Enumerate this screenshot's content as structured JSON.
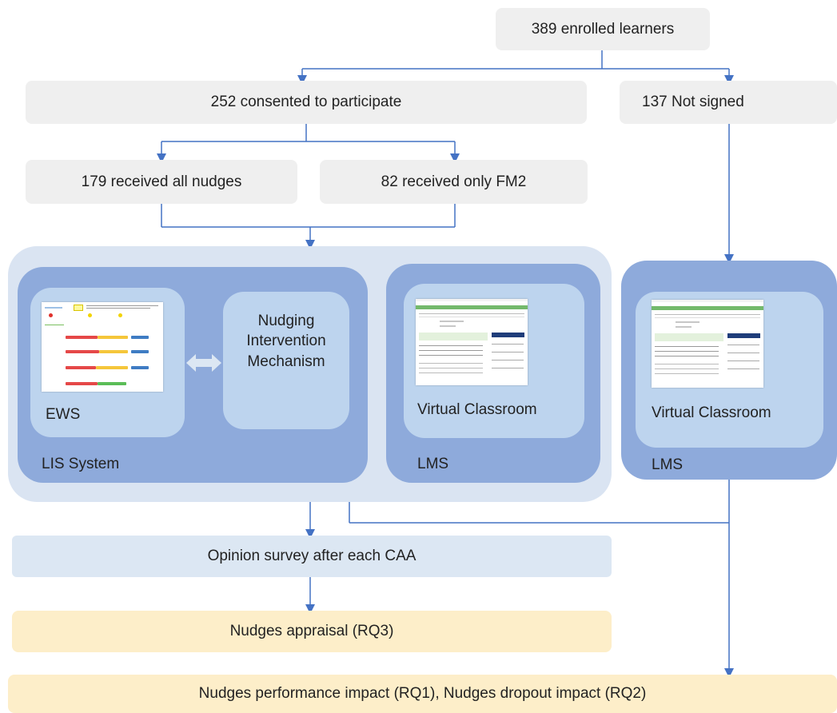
{
  "top": {
    "enrolled": "389 enrolled learners"
  },
  "split": {
    "consented": "252 consented to participate",
    "not_signed": "137 Not signed"
  },
  "groups": {
    "all_nudges": "179 received all nudges",
    "only_fm2": "82 received only FM2"
  },
  "lis": {
    "ews_label": "EWS",
    "nudging": "Nudging Intervention Mechanism",
    "system_label": "LIS System"
  },
  "lms_left": {
    "classroom": "Virtual Classroom",
    "label": "LMS"
  },
  "lms_right": {
    "classroom": "Virtual Classroom",
    "label": "LMS"
  },
  "outputs": {
    "survey": "Opinion survey after each CAA",
    "appraisal": "Nudges appraisal (RQ3)",
    "impact": "Nudges performance impact (RQ1), Nudges dropout impact (RQ2)"
  },
  "colors": {
    "arrow": "#4472c4",
    "outer": "#dae4f2",
    "mid": "#8eaadb",
    "inner": "#bdd4ee"
  }
}
